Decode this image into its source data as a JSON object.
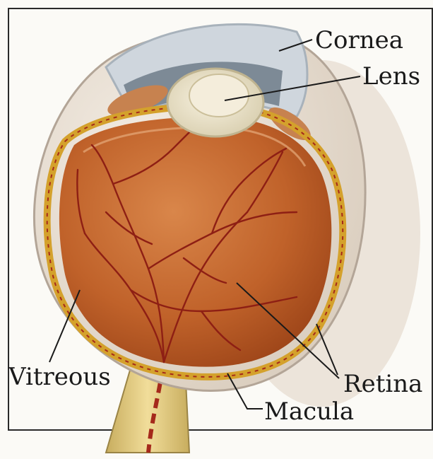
{
  "labels": {
    "cornea": "Cornea",
    "lens": "Lens",
    "vitreous": "Vitreous",
    "retina": "Retina",
    "macula": "Macula"
  },
  "colors": {
    "background": "#fbfaf6",
    "frame": "#2a2a2a",
    "sclera": "#e9dfd2",
    "vitreous_fundus": "#c0622a",
    "retina_band": "#d4a12c",
    "vessels": "#8e1f14",
    "cornea": "#cfd6dd",
    "iris": "#6f7d89",
    "lens": "#efe7cf",
    "optic_nerve": "#d9c27a"
  }
}
